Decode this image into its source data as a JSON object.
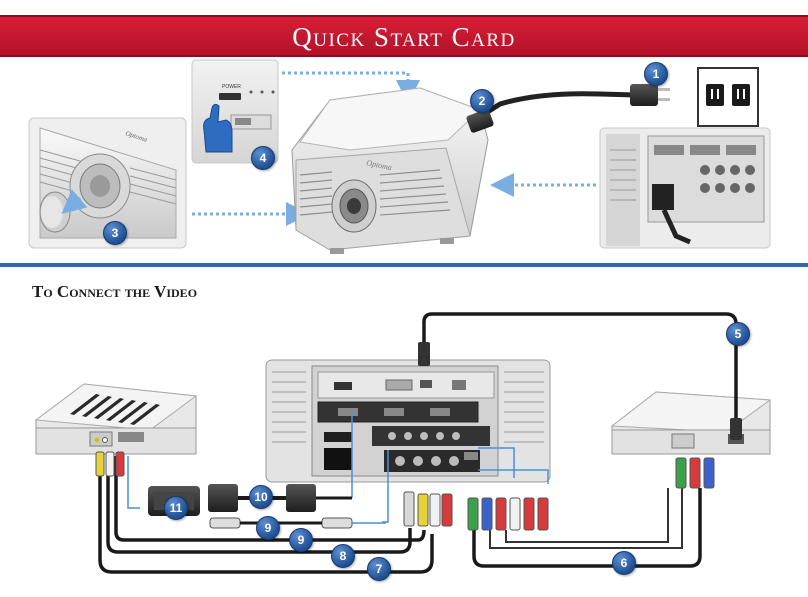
{
  "header": {
    "title": "Quick Start Card"
  },
  "section": {
    "title": "To Connect the Video"
  },
  "projector_panel": {
    "power_label": "POWER"
  },
  "steps": {
    "s1": "1",
    "s2": "2",
    "s3": "3",
    "s4": "4",
    "s5": "5",
    "s6": "6",
    "s7": "7",
    "s8": "8",
    "s9": "9",
    "s10": "10",
    "s11": "11"
  },
  "colors": {
    "banner": "#c8192f",
    "divider": "#2b6cb0",
    "step_badge": "#2e5fa8",
    "arrow": "#7aaee0",
    "cable": "#222222"
  }
}
